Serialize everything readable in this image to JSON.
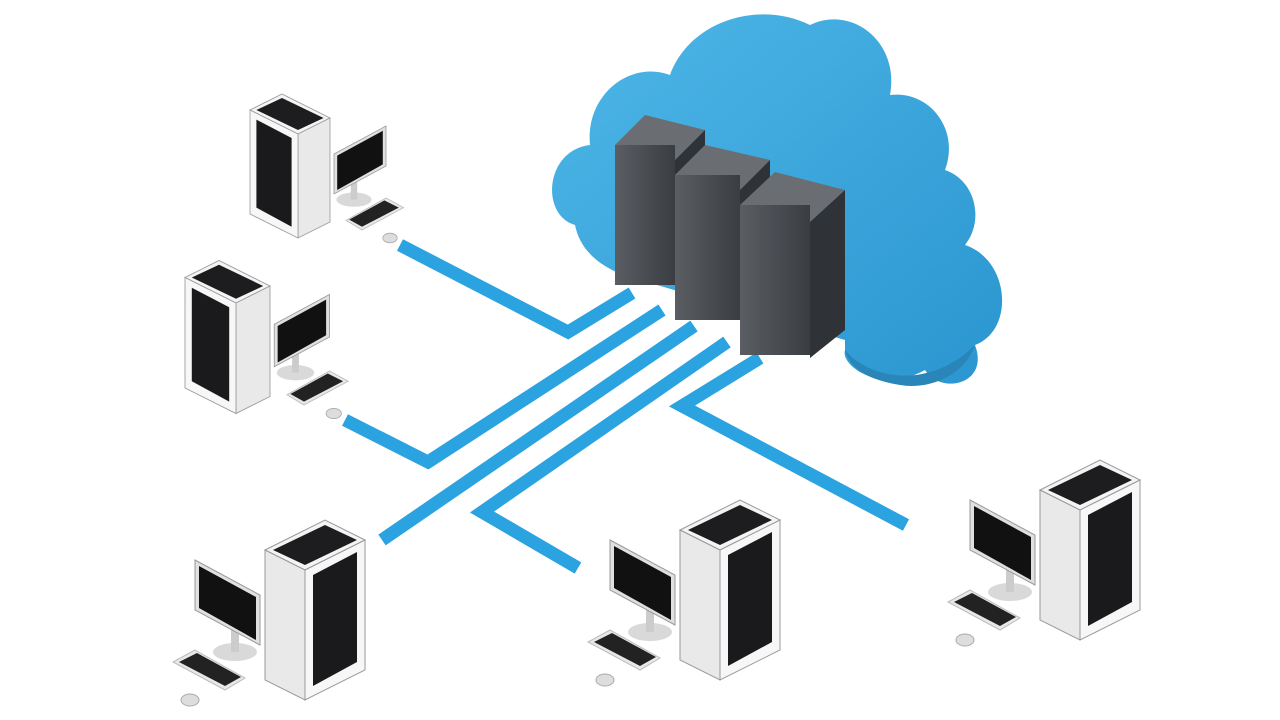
{
  "scene": {
    "subject": "cloud-server-network",
    "colors": {
      "background": "#ffffff",
      "cloud": "#3aa6dc",
      "cloud_shade": "#2b8cc0",
      "cable": "#2ba3e0",
      "server": "#4a4d52",
      "server_dark": "#35383c",
      "pc_body": "#f2f2f2",
      "pc_face": "#1c1c1e"
    },
    "server_count": 3,
    "computer_count": 5,
    "cable_count": 5
  }
}
